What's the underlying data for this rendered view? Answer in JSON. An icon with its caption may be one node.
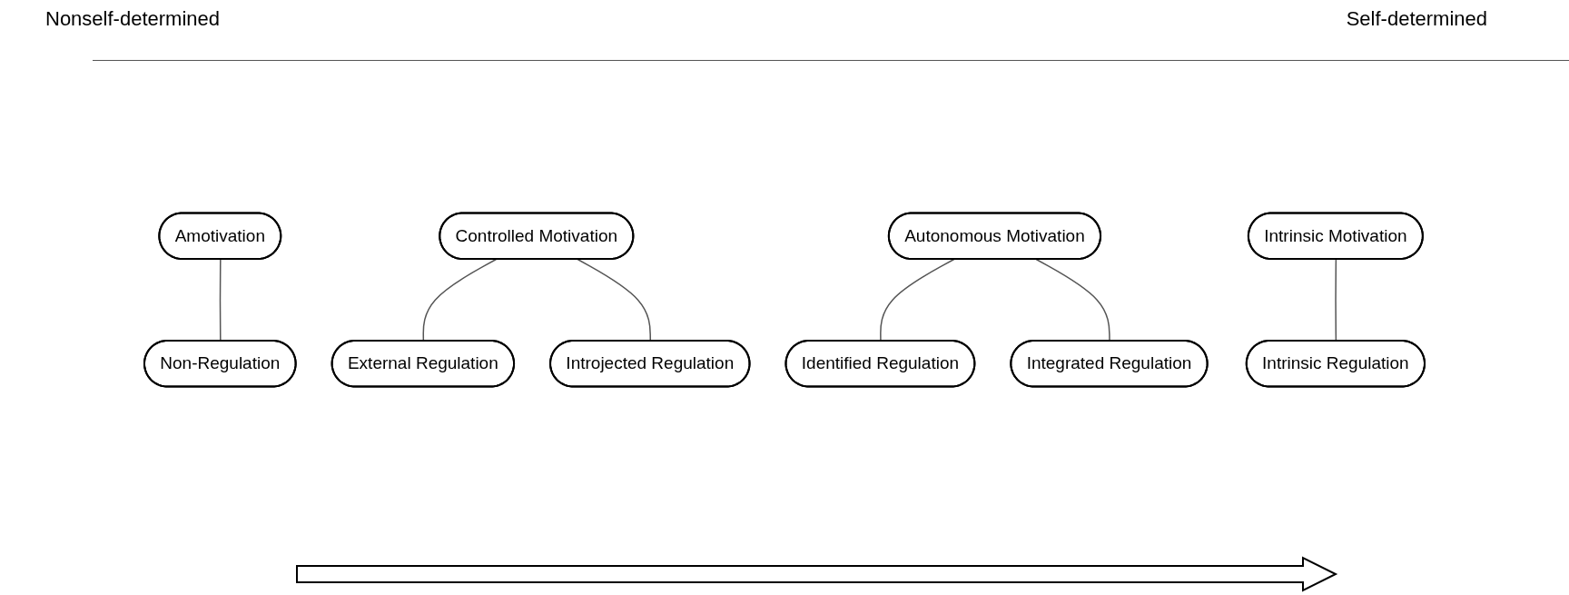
{
  "diagram": {
    "nodes": [
      {
        "text": [
          "Amotivation"
        ]
      },
      {
        "text": [
          "Non-Regulation"
        ]
      },
      {
        "text": [
          "Controlled Motivation"
        ]
      },
      {
        "text": [
          "External Regulation"
        ]
      },
      {
        "text": [
          "Introjected Regulation"
        ]
      },
      {
        "text": [
          "Autonomous Motivation"
        ]
      },
      {
        "text": [
          "Identified Regulation"
        ]
      },
      {
        "text": [
          "Integrated Regulation"
        ]
      },
      {
        "text": [
          "Intrinsic Motivation"
        ]
      },
      {
        "text": [
          "Intrinsic Regulation"
        ]
      }
    ],
    "edges": [
      {
        "from": 0,
        "to": 1,
        "arrow": "none"
      },
      {
        "from": 2,
        "to": 3,
        "arrow": "none"
      },
      {
        "from": 2,
        "to": 4,
        "arrow": "none"
      },
      {
        "from": 5,
        "to": 6,
        "arrow": "none"
      },
      {
        "from": 5,
        "to": 7,
        "arrow": "none"
      },
      {
        "from": 8,
        "to": 9,
        "arrow": "none"
      }
    ],
    "labels": [
      "Nonself-determined",
      "Self-determined"
    ]
  }
}
